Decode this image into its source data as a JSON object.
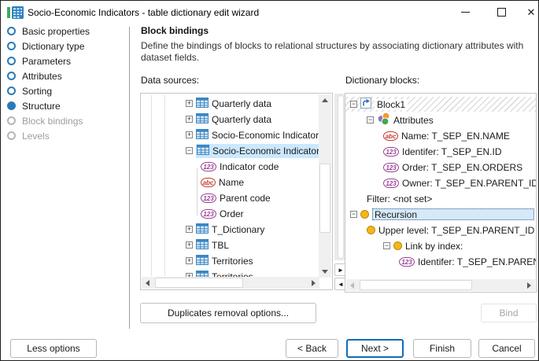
{
  "window": {
    "title": "Socio-Economic Indicators - table dictionary edit wizard",
    "icon": "table-dictionary-icon"
  },
  "titlebar_icons": {
    "minimize": "minimize-icon",
    "maximize": "maximize-icon",
    "close": "✕"
  },
  "sidebar": {
    "steps": [
      {
        "label": "Basic properties",
        "state": "enabled"
      },
      {
        "label": "Dictionary type",
        "state": "enabled"
      },
      {
        "label": "Parameters",
        "state": "enabled"
      },
      {
        "label": "Attributes",
        "state": "enabled"
      },
      {
        "label": "Sorting",
        "state": "enabled"
      },
      {
        "label": "Structure",
        "state": "current"
      },
      {
        "label": "Block bindings",
        "state": "disabled"
      },
      {
        "label": "Levels",
        "state": "disabled"
      }
    ]
  },
  "header": {
    "title": "Block bindings",
    "description": "Define the bindings of blocks to relational structures by associating dictionary attributes with dataset fields."
  },
  "panels": {
    "data_sources": {
      "label": "Data sources:",
      "items": [
        {
          "label": "Quarterly data",
          "icon": "table",
          "expand": "plus",
          "level": 0
        },
        {
          "label": "Quarterly data",
          "icon": "table",
          "expand": "plus",
          "level": 0
        },
        {
          "label": "Socio-Economic Indicators",
          "icon": "table",
          "expand": "plus",
          "level": 0
        },
        {
          "label": "Socio-Economic Indicators",
          "icon": "table",
          "expand": "minus",
          "level": 0,
          "selected": true
        },
        {
          "label": "Indicator code",
          "icon": "num",
          "level": 1
        },
        {
          "label": "Name",
          "icon": "abc",
          "level": 1
        },
        {
          "label": "Parent code",
          "icon": "num",
          "level": 1
        },
        {
          "label": "Order",
          "icon": "num",
          "level": 1
        },
        {
          "label": "T_Dictionary",
          "icon": "table",
          "expand": "plus",
          "level": 0
        },
        {
          "label": "TBL",
          "icon": "table",
          "expand": "plus",
          "level": 0
        },
        {
          "label": "Territories",
          "icon": "table",
          "expand": "plus",
          "level": 0
        },
        {
          "label": "Territories",
          "icon": "table",
          "expand": "plus",
          "level": 0
        }
      ]
    },
    "dictionary_blocks": {
      "label": "Dictionary blocks:",
      "items": [
        {
          "label": "Block1",
          "icon": "block",
          "expand": "minus",
          "level": 0,
          "hatched": true
        },
        {
          "label": "Attributes",
          "icon": "attrs",
          "expand": "minus",
          "level": 1
        },
        {
          "label": "Name: T_SEP_EN.NAME",
          "icon": "abc",
          "level": 2
        },
        {
          "label": "Identifer: T_SEP_EN.ID",
          "icon": "num",
          "level": 2
        },
        {
          "label": "Order: T_SEP_EN.ORDERS",
          "icon": "num",
          "level": 2
        },
        {
          "label": "Owner: T_SEP_EN.PARENT_ID",
          "icon": "num",
          "level": 2
        },
        {
          "label": "Filter: <not set>",
          "level": 1
        },
        {
          "label": "Recursion",
          "icon": "circle",
          "expand": "minus",
          "level": 0,
          "focused": true
        },
        {
          "label": "Upper level: T_SEP_EN.PARENT_ID",
          "icon": "circle",
          "level": 1
        },
        {
          "label": "Link by index:",
          "icon": "circle",
          "expand": "minus",
          "level": 2
        },
        {
          "label": "Identifer: T_SEP_EN.PARENT_ID",
          "icon": "num",
          "level": 3
        }
      ]
    }
  },
  "bind_arrows": {
    "to_right": "►",
    "to_left": "◄"
  },
  "footer": {
    "duplicates": "Duplicates removal options...",
    "bind": "Bind",
    "less_options": "Less options",
    "back": "< Back",
    "next": "Next >",
    "finish": "Finish",
    "cancel": "Cancel"
  },
  "colors": {
    "accent": "#0f6cbd",
    "selection": "#cbe8ff",
    "focus_selection": "#d6e9f8",
    "table_icon_blue": "#3c86c3",
    "yellow_marker": "#f3b71c",
    "num_badge": "#9c3f97",
    "abc_badge": "#c23b2e"
  }
}
